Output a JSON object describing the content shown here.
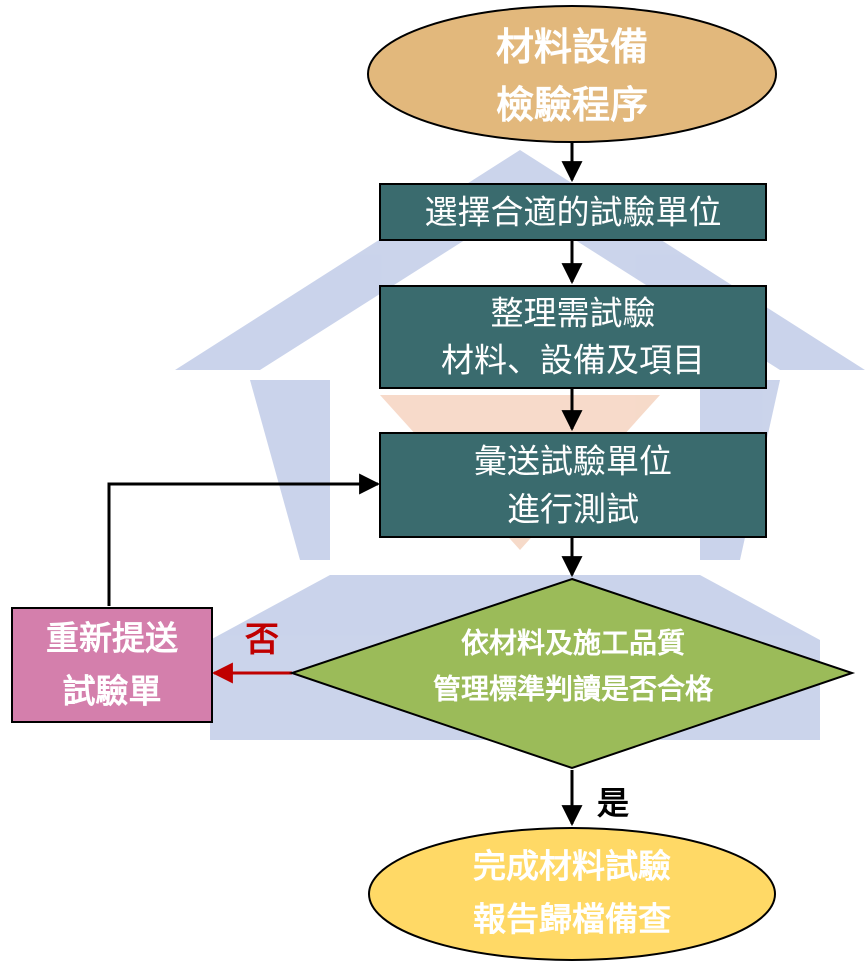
{
  "flowchart": {
    "start": {
      "lines": [
        "材料設備",
        "檢驗程序"
      ],
      "fill": "#e2b87c"
    },
    "step1": {
      "lines": [
        "選擇合適的試驗單位"
      ],
      "fill": "#3a6b6e"
    },
    "step2": {
      "lines": [
        "整理需試驗",
        "材料、設備及項目"
      ],
      "fill": "#3a6b6e"
    },
    "step3": {
      "lines": [
        "彙送試驗單位",
        "進行測試"
      ],
      "fill": "#3a6b6e"
    },
    "decision": {
      "lines": [
        "依材料及施工品質",
        "管理標準判讀是否合格"
      ],
      "fill": "#9bbb59"
    },
    "resubmit": {
      "lines": [
        "重新提送",
        "試驗單"
      ],
      "fill": "#d47fac"
    },
    "end": {
      "lines": [
        "完成材料試驗",
        "報告歸檔備查"
      ],
      "fill": "#ffd966"
    },
    "labels": {
      "no": "否",
      "yes": "是"
    },
    "colors": {
      "outline": "#000000",
      "no_arrow": "#c00000",
      "watermark_blue": "#c5cfe9",
      "watermark_orange": "#f6d6c4"
    }
  }
}
